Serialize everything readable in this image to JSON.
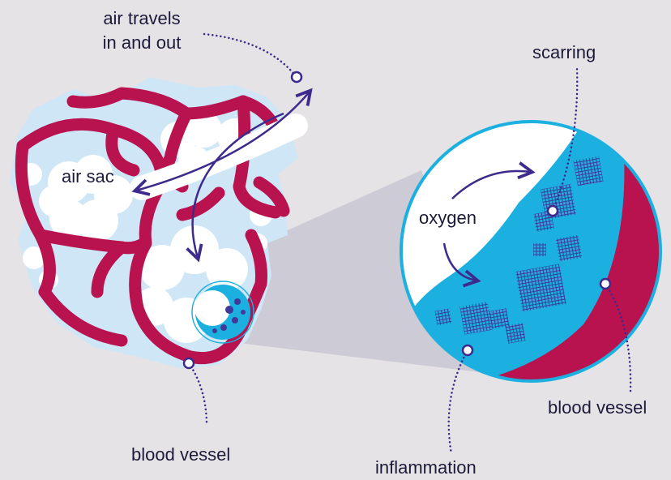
{
  "labels": {
    "air_travels_line1": "air travels",
    "air_travels_line2": "in and out",
    "air_sac": "air sac",
    "blood_vessel_left": "blood vessel",
    "scarring": "scarring",
    "oxygen": "oxygen",
    "blood_vessel_right": "blood vessel",
    "inflammation": "inflammation"
  },
  "colors": {
    "background": "#e5e3e6",
    "tissue": "#cfe6f6",
    "vessel": "#b8124f",
    "alveolus_wall": "#1cb0e0",
    "callout_line": "#3d2a8c",
    "scar_mark": "#3f3a9a",
    "text": "#1d1b3a",
    "zoom_cone": "#c7c4d2"
  }
}
